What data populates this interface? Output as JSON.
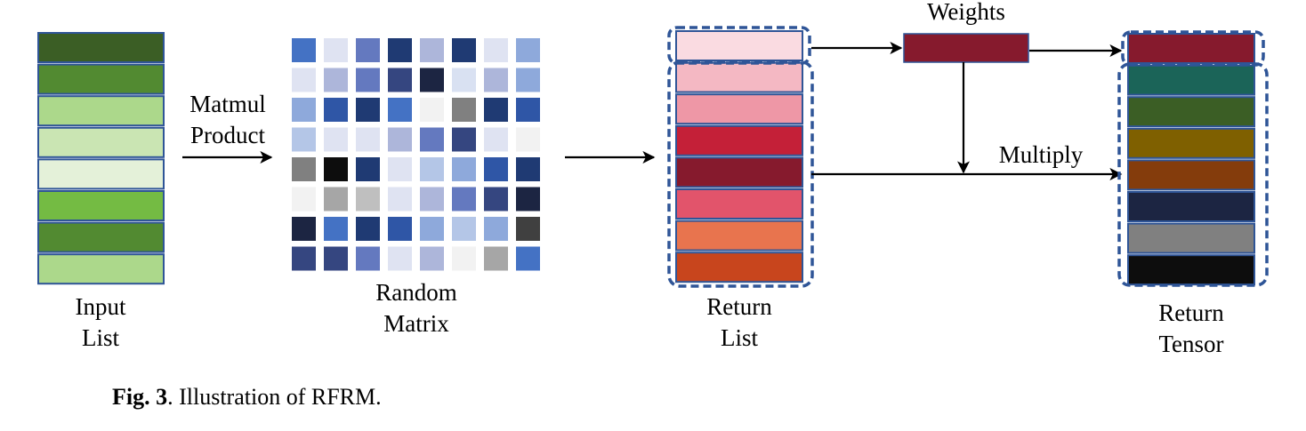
{
  "input_list": {
    "label_lines": [
      "Input",
      "List"
    ],
    "colors": [
      "#3b5e25",
      "#528a31",
      "#acd88b",
      "#cae5b3",
      "#e4f1d9",
      "#74bb43",
      "#528a31",
      "#acd88b"
    ]
  },
  "matmul_label_lines": [
    "Matmul",
    "Product"
  ],
  "random_matrix": {
    "label_lines": [
      "Random",
      "Matrix"
    ],
    "rows": [
      [
        "#4472c4",
        "#dfe3f2",
        "#6479bf",
        "#1f3a73",
        "#adb6da",
        "#1f3a73",
        "#dfe3f2",
        "#8ea9db"
      ],
      [
        "#dfe3f2",
        "#adb6da",
        "#6479bf",
        "#354680",
        "#1c2542",
        "#d9e1f2",
        "#adb6da",
        "#8ea9db"
      ],
      [
        "#8ea9db",
        "#2f56a6",
        "#1f3a73",
        "#4472c4",
        "#f2f2f2",
        "#808080",
        "#1f3a73",
        "#2f56a6"
      ],
      [
        "#b4c6e7",
        "#dfe3f2",
        "#dfe3f2",
        "#adb6da",
        "#6479bf",
        "#354680",
        "#dfe3f2",
        "#f2f2f2"
      ],
      [
        "#808080",
        "#0d0d0d",
        "#1f3a73",
        "#dfe3f2",
        "#b4c6e7",
        "#8ea9db",
        "#2f56a6",
        "#1f3a73"
      ],
      [
        "#f2f2f2",
        "#a6a6a6",
        "#bfbfbf",
        "#dfe3f2",
        "#adb6da",
        "#6479bf",
        "#354680",
        "#1c2542"
      ],
      [
        "#1c2542",
        "#4472c4",
        "#1f3a73",
        "#2f56a6",
        "#8ea9db",
        "#b4c6e7",
        "#8ea9db",
        "#404040"
      ],
      [
        "#354680",
        "#354680",
        "#6479bf",
        "#dfe3f2",
        "#adb6da",
        "#f2f2f2",
        "#a6a6a6",
        "#4472c4"
      ]
    ]
  },
  "return_list": {
    "label_lines": [
      "Return",
      "List"
    ],
    "colors": [
      "#fadbe1",
      "#f4b8c3",
      "#ee97a6",
      "#c42038",
      "#861a2d",
      "#e2546b",
      "#e8744e",
      "#c8451d"
    ]
  },
  "weights": {
    "label": "Weights",
    "color": "#861a2d"
  },
  "multiply_label": "Multiply",
  "return_tensor": {
    "label_lines": [
      "Return",
      "Tensor"
    ],
    "colors": [
      "#861a2d",
      "#1b6458",
      "#3b5e25",
      "#7f6000",
      "#843c0c",
      "#1c2542",
      "#808080",
      "#0d0d0d"
    ]
  },
  "caption": {
    "prefix": "Fig. 3",
    "text": ".  Illustration of RFRM."
  },
  "colors": {
    "cell_border": "#2f5597",
    "dash_border": "#2f5597"
  }
}
